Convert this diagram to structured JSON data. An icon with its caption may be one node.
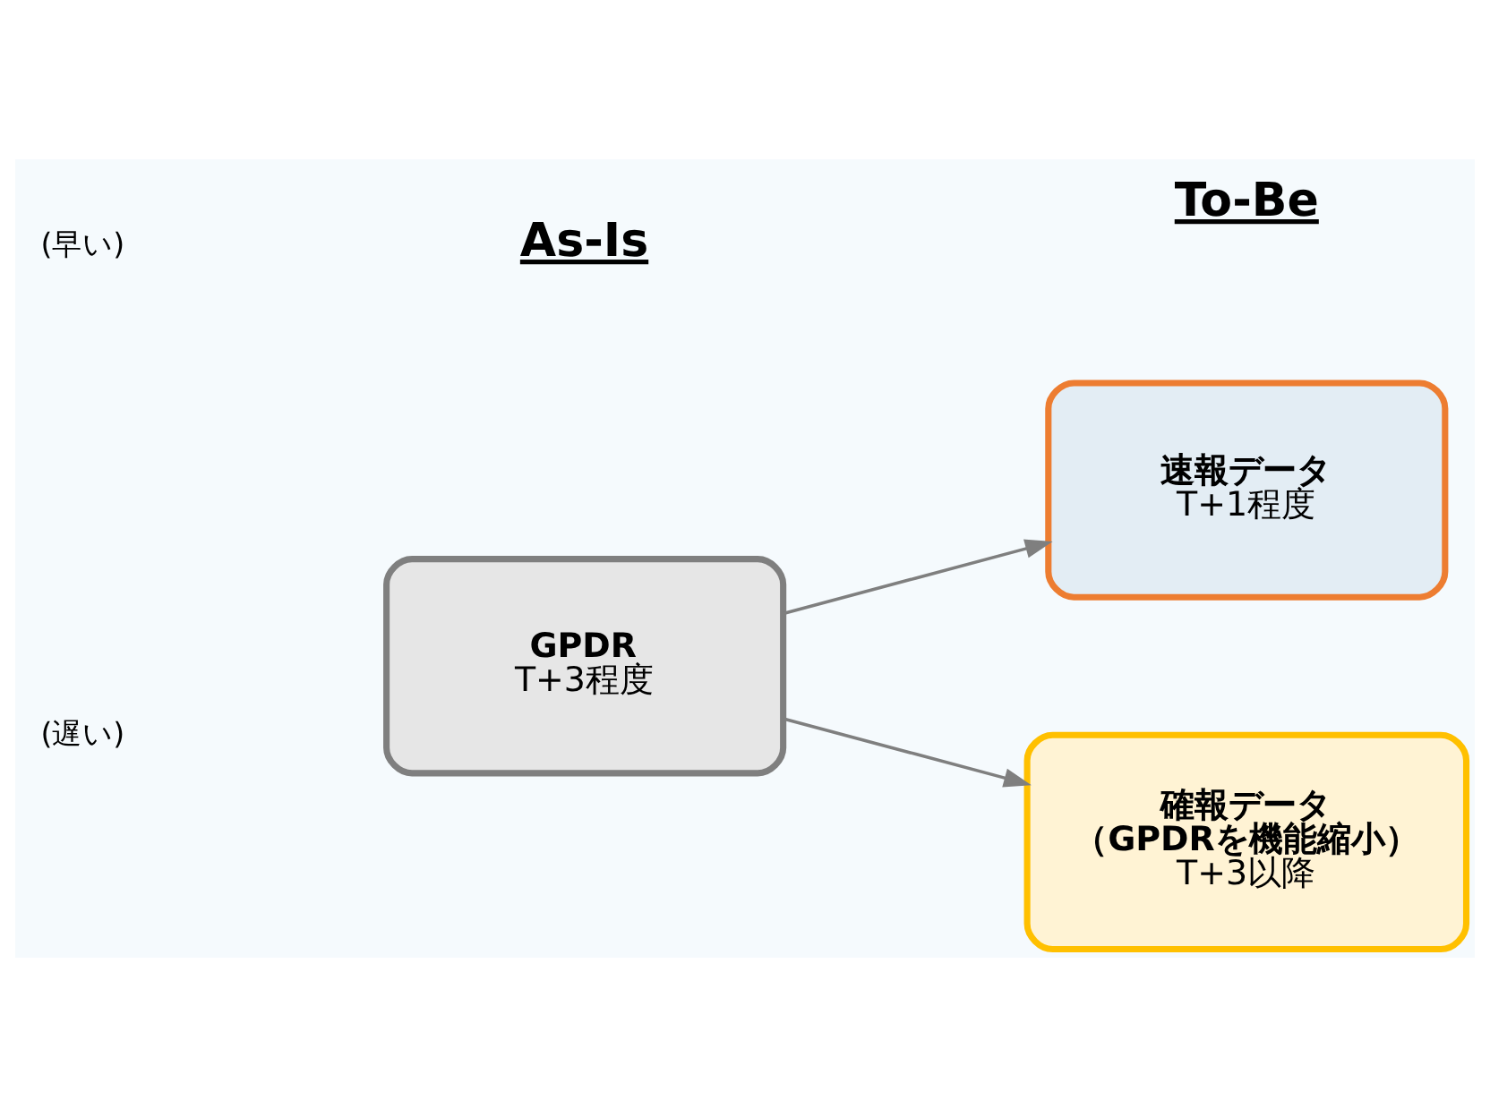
{
  "diagram": {
    "nodes": [
      {
        "text": [
          "GPDR",
          "T+3程度"
        ]
      },
      {
        "text": [
          "速報データ",
          "T+1程度"
        ]
      },
      {
        "text": [
          "確報データ",
          "（GPDRを機能縮小）",
          "T+3以降"
        ]
      }
    ],
    "edges": [
      {
        "from": 0,
        "to": 1,
        "arrow": "to"
      },
      {
        "from": 0,
        "to": 2,
        "arrow": "to"
      }
    ],
    "labels": [
      "(早い)",
      "As-Is",
      "To-Be",
      "(遅い)"
    ]
  }
}
